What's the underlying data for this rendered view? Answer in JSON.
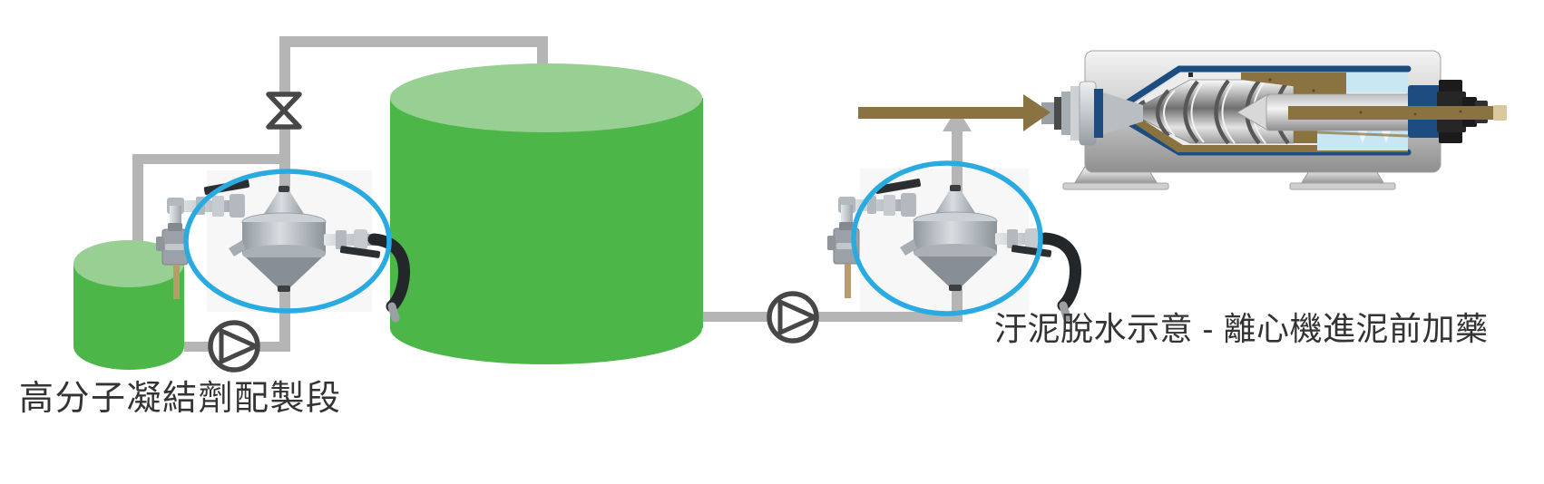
{
  "diagram": {
    "labels": {
      "left_section": "高分子凝結劑配製段",
      "right_caption": "汙泥脫水示意 - 離心機進泥前加藥"
    },
    "components": [
      {
        "id": "small-green-tank",
        "desc": "small green cylinder tank"
      },
      {
        "id": "large-green-tank",
        "desc": "large green cylinder tank"
      },
      {
        "id": "valve-symbol",
        "desc": "bowtie valve symbol on vertical pipe"
      },
      {
        "id": "pump-symbol-left",
        "desc": "circle pump symbol with right triangle"
      },
      {
        "id": "pump-symbol-center",
        "desc": "circle pump symbol with right triangle"
      },
      {
        "id": "mixer-unit-left",
        "desc": "dosing mixer unit in blue ellipse highlight"
      },
      {
        "id": "mixer-unit-right",
        "desc": "dosing mixer unit in blue ellipse highlight"
      },
      {
        "id": "decanter-centrifuge-cutaway",
        "desc": "centrifuge cutaway with screw conveyor, sludge and clarified liquid"
      },
      {
        "id": "sludge-feed-arrow",
        "desc": "brown feed pipe arrow into centrifuge"
      },
      {
        "id": "dosing-up-arrow",
        "desc": "gray arrow pointing up into feed pipe"
      }
    ],
    "colors": {
      "background": "#ffffff",
      "tank_body": "#4cb648",
      "tank_top": "#97d092",
      "pipe_gray": "#b5b5b6",
      "symbol_dark": "#474747",
      "highlight_blue": "#29abe2",
      "sludge_brown": "#8a7340",
      "liner_blue": "#1d4d80",
      "liquid_blue": "#c9e7f2",
      "tan_rod": "#b89e66",
      "label_text": "#333333"
    }
  }
}
